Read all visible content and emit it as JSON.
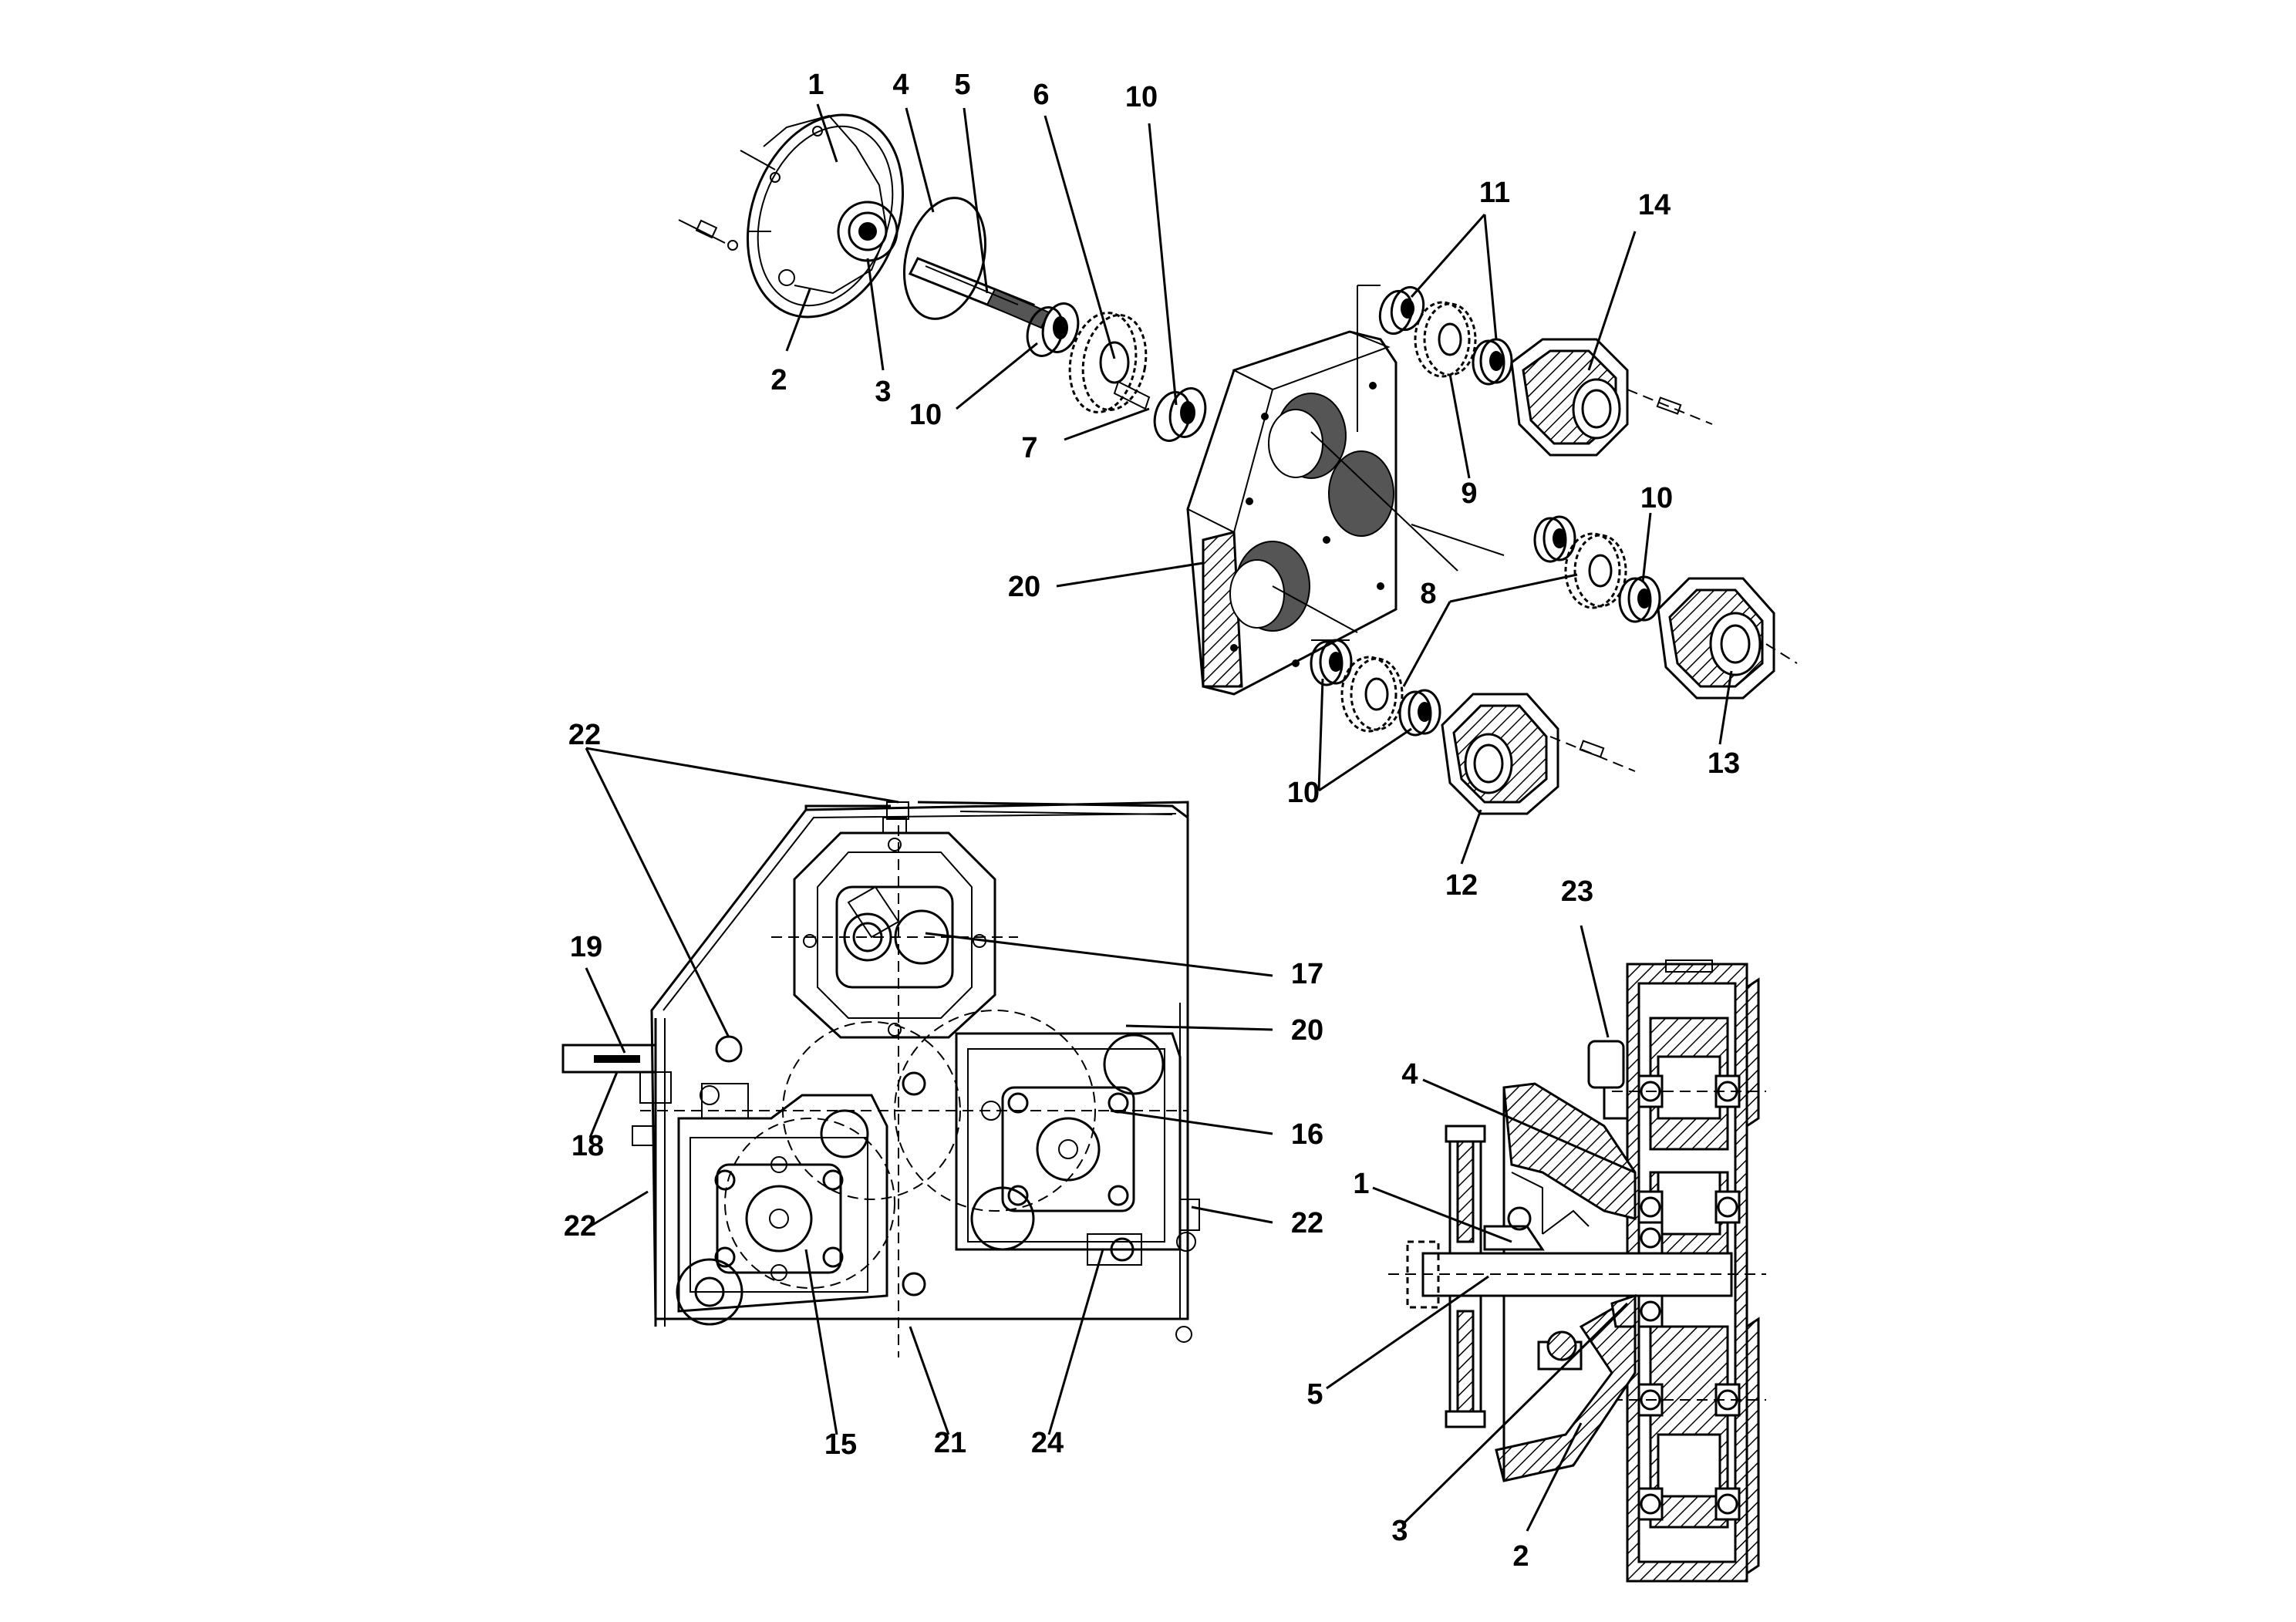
{
  "exploded_view": {
    "callouts": [
      "1",
      "2",
      "3",
      "4",
      "5",
      "6",
      "10",
      "10",
      "7",
      "11",
      "14",
      "9",
      "20",
      "10",
      "8",
      "13",
      "10",
      "12"
    ]
  },
  "front_view": {
    "callouts": [
      "22",
      "19",
      "18",
      "22",
      "17",
      "20",
      "16",
      "22",
      "15",
      "21",
      "24"
    ]
  },
  "section_view": {
    "callouts": [
      "23",
      "4",
      "1",
      "5",
      "3",
      "2"
    ]
  }
}
